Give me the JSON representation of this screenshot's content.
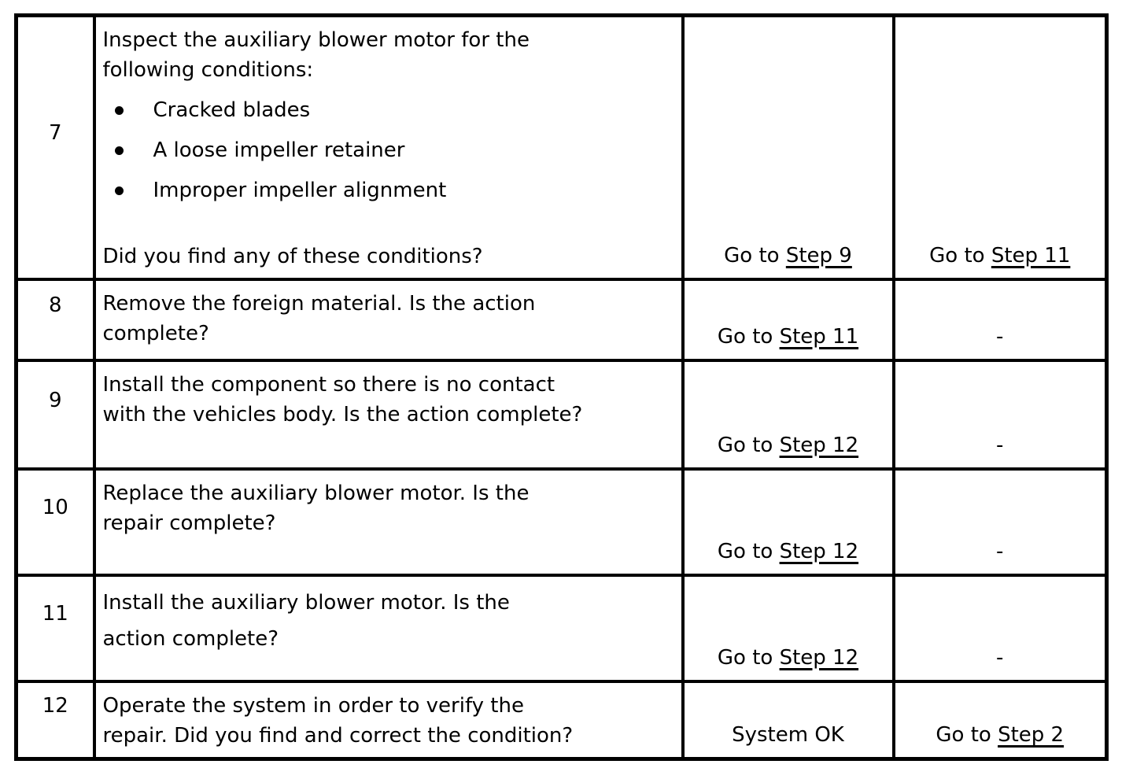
{
  "page": {
    "background_color": "#ffffff",
    "text_color": "#000000",
    "border_color": "#000000"
  },
  "table": {
    "description": "diagnostic-step-table",
    "rows": [
      {
        "step": "7",
        "intro_lines": [
          "Inspect the auxiliary blower motor for the",
          "following conditions:"
        ],
        "bullets": [
          "Cracked blades",
          "A loose impeller retainer",
          "Improper impeller alignment"
        ],
        "question": "Did you find any of these conditions?",
        "yes_prefix": "Go to ",
        "yes_link": "Step 9",
        "no_prefix": "Go to ",
        "no_link": "Step 11"
      },
      {
        "step": "8",
        "action_lines": [
          "Remove the foreign material. Is the action",
          "complete?"
        ],
        "yes_prefix": "Go to ",
        "yes_link": "Step 11",
        "no_text": "-"
      },
      {
        "step": "9",
        "action_lines": [
          "Install the component so there is no contact",
          "with the vehicles body. Is the action complete?"
        ],
        "yes_prefix": "Go to ",
        "yes_link": "Step 12",
        "no_text": "-"
      },
      {
        "step": "10",
        "action_lines": [
          "Replace the auxiliary blower motor. Is the",
          "repair complete?"
        ],
        "yes_prefix": "Go to ",
        "yes_link": "Step 12",
        "no_text": "-"
      },
      {
        "step": "11",
        "action_lines": [
          "Install the auxiliary blower motor. Is the",
          "action complete?"
        ],
        "yes_prefix": "Go to ",
        "yes_link": "Step 12",
        "no_text": "-"
      },
      {
        "step": "12",
        "action_lines": [
          "Operate the system in order to verify the",
          "repair. Did you find and correct the condition?"
        ],
        "yes_text": "System OK",
        "no_prefix": "Go to ",
        "no_link": "Step 2"
      }
    ]
  }
}
